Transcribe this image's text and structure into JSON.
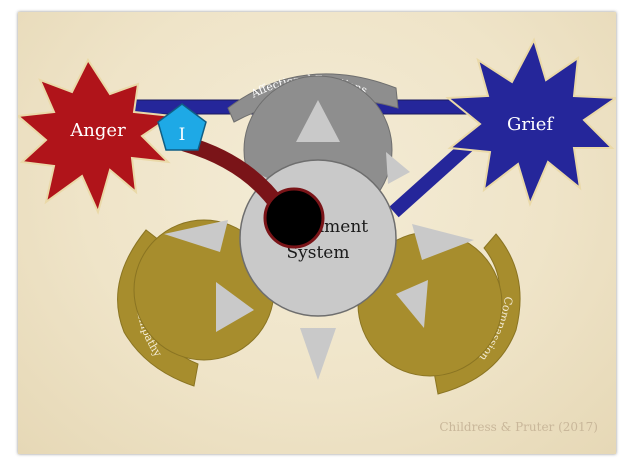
{
  "slide": {
    "labels": {
      "anger": "Anger",
      "grief": "Grief",
      "i_marker": "I",
      "center_line1": "Attachment",
      "center_line2": "System",
      "affectional": "Affectional Emotions",
      "empathy": "Empathy",
      "compassion": "Compassion"
    },
    "credit": "Childress & Pruter (2017)"
  },
  "colors": {
    "background": "#efe4c8",
    "anger": "#b0141a",
    "grief": "#25269a",
    "pentagon": "#1ea9e6",
    "attachment_gray": "#c9c9c9",
    "affectional_gray": "#8e8e8e",
    "olive": "#a78d2d",
    "blocker": "#000000",
    "blocker_ring": "#7a1418"
  }
}
